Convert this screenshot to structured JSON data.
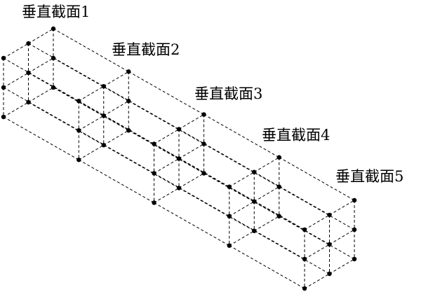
{
  "diagram": {
    "sections": [
      {
        "label": "垂直截面1"
      },
      {
        "label": "垂直截面2"
      },
      {
        "label": "垂直截面3"
      },
      {
        "label": "垂直截面4"
      },
      {
        "label": "垂直截面5"
      }
    ],
    "grid_rows": 3,
    "grid_cols": 3,
    "line_color": "#000000",
    "node_color": "#000000"
  }
}
